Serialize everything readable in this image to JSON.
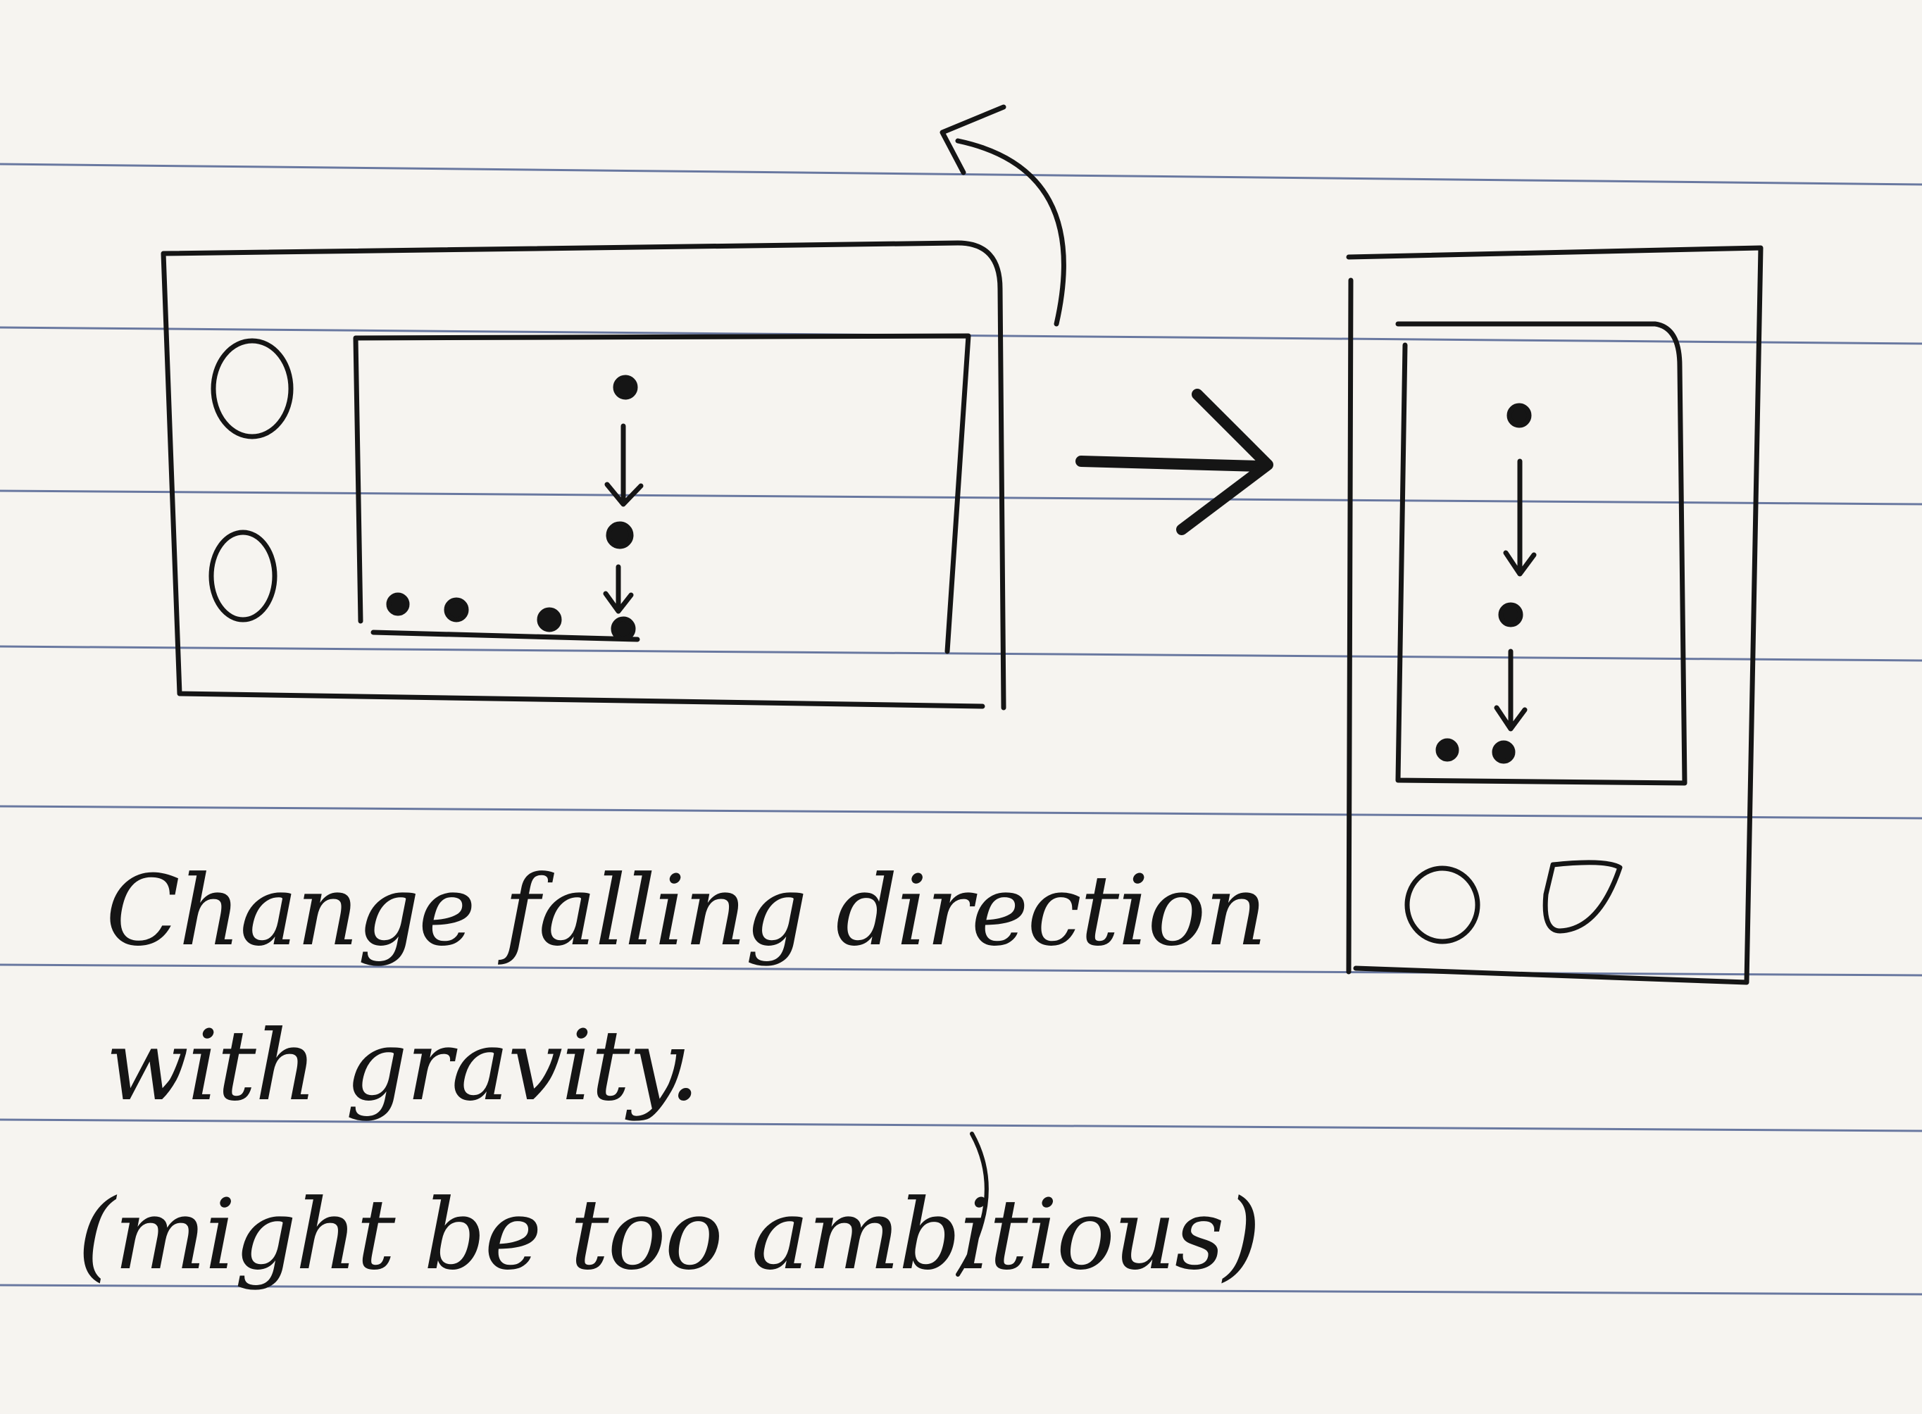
{
  "note": {
    "line1": "Change falling direction",
    "line2": "with gravity.",
    "line3": "(might be too ambitious)"
  },
  "colors": {
    "paper": "#f6f4f0",
    "rule_line": "#3a4f86",
    "ink": "#151515"
  },
  "icons": {
    "rotate": "curved-rotate-arrow-icon",
    "transition": "right-arrow-icon",
    "fall": "down-arrow-icon",
    "button": "circle-button-icon"
  }
}
